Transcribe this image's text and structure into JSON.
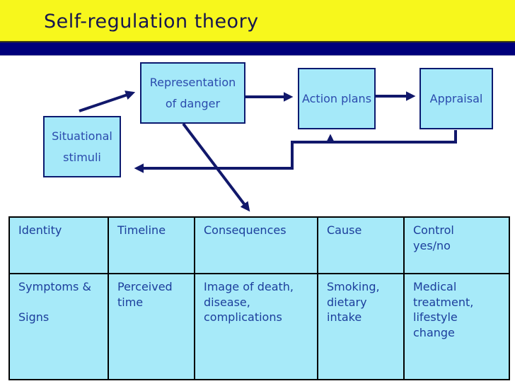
{
  "slide": {
    "title": "Self-regulation theory"
  },
  "colors": {
    "banner_bg": "#f7f71c",
    "divider_bar": "#00007b",
    "node_fill": "#a5e9f9",
    "node_border": "#0b1a70",
    "node_text": "#2b4bad",
    "arrow": "#11186b",
    "table_fill": "#a7eaf9",
    "table_border": "#000000",
    "table_text": "#1c3e9c",
    "title_text": "#17174f"
  },
  "diagram": {
    "boxes": [
      {
        "id": "representation-of-danger",
        "label": "Representation\nof danger"
      },
      {
        "id": "action-plans",
        "label": "Action plans"
      },
      {
        "id": "appraisal",
        "label": "Appraisal"
      },
      {
        "id": "situational-stimuli",
        "label": "Situational\nstimuli"
      }
    ]
  },
  "table": {
    "headers": [
      "Identity",
      "Timeline",
      "Consequences",
      "Cause",
      "Control\nyes/no"
    ],
    "row": [
      "Symptoms &\n\nSigns",
      "Perceived\ntime",
      "Image of death,\ndisease,\ncomplications",
      "Smoking,\ndietary\nintake",
      "Medical\ntreatment,\nlifestyle\nchange"
    ]
  }
}
